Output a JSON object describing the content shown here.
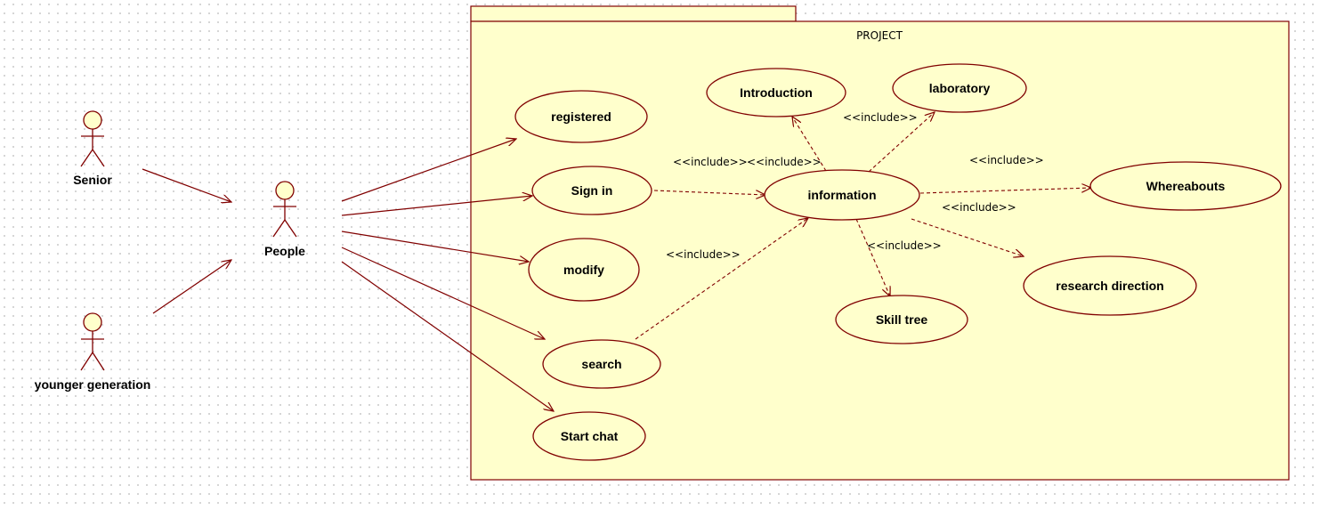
{
  "package": {
    "title": "PROJECT"
  },
  "actors": {
    "senior": "Senior",
    "younger": "younger generation",
    "people": "People"
  },
  "use_cases": {
    "registered": "registered",
    "sign_in": "Sign in",
    "modify": "modify",
    "search": "search",
    "start_chat": "Start chat",
    "introduction": "Introduction",
    "laboratory": "laboratory",
    "information": "information",
    "whereabouts": "Whereabouts",
    "research_direction": "research direction",
    "skill_tree": "Skill tree"
  },
  "stereotypes": {
    "include_sign_in": "<<include>>",
    "include_introduction": "<<include>>",
    "include_laboratory": "<<include>>",
    "include_whereabouts": "<<include>>",
    "include_research": "<<include>>",
    "include_skill_tree": "<<include>>",
    "include_search": "<<include>>"
  },
  "colors": {
    "package_fill": "#ffffcc",
    "line": "#800000"
  }
}
